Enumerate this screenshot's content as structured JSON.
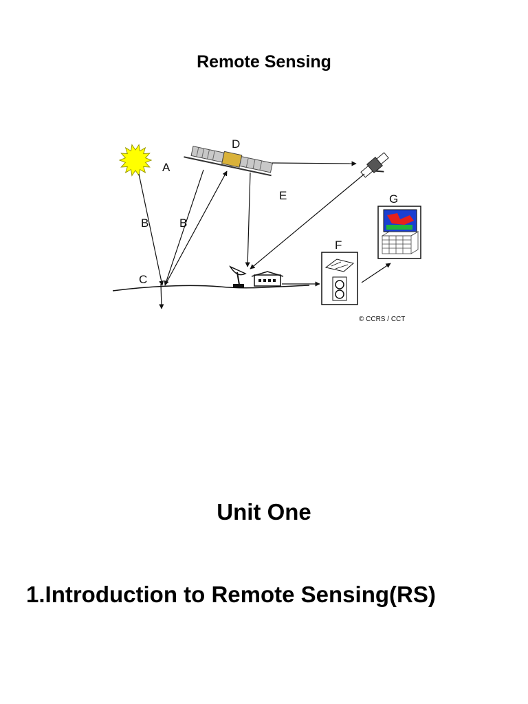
{
  "page": {
    "title": "Remote Sensing",
    "unit_heading": "Unit One",
    "section_heading": "1.Introduction to Remote Sensing(RS)"
  },
  "figure": {
    "labels": {
      "a": "A",
      "b1": "B",
      "b2": "B",
      "c": "C",
      "d": "D",
      "e": "E",
      "f": "F",
      "g": "G"
    },
    "credit": "© CCRS / CCT",
    "icons": [
      "sun-icon",
      "satellite-icon",
      "relay-satellite-icon",
      "antenna-dish-icon",
      "ground-station-icon",
      "processing-unit-icon",
      "display-monitor-icon"
    ],
    "colors": {
      "sun": "#ffff00",
      "satellite_panel": "#c8c8c8",
      "monitor_blue": "#1a3fd1",
      "monitor_red": "#e5201b",
      "monitor_green": "#1fb33a"
    }
  }
}
